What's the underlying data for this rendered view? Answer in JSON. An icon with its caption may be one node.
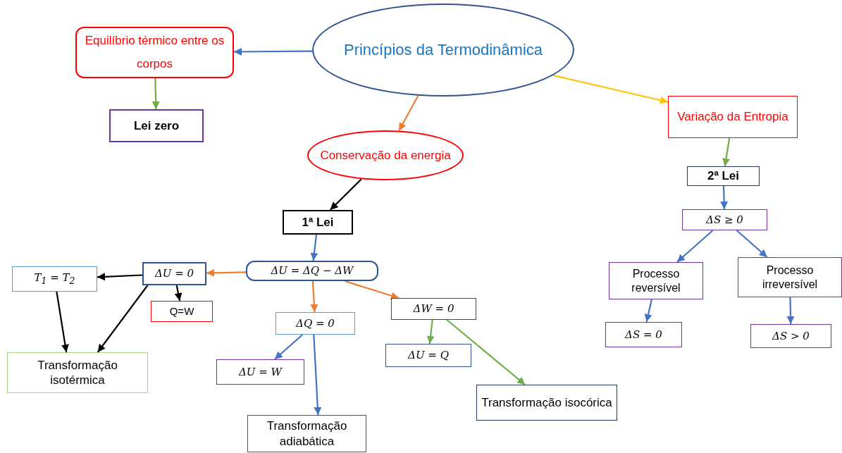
{
  "diagram": {
    "nodes": [
      {
        "text": [
          "Princípios da Termodinâmica"
        ]
      },
      {
        "text": [
          "Equilíbrio térmico entre os corpos"
        ]
      },
      {
        "text": [
          "Lei zero"
        ]
      },
      {
        "text": [
          "Conservação da energia"
        ]
      },
      {
        "text": [
          "1ª Lei"
        ]
      },
      {
        "text": [
          "ΔU = ΔQ − ΔW"
        ]
      },
      {
        "text": [
          "ΔU = 0"
        ]
      },
      {
        "text": [
          "T$_{1}$ = T$_{2}$"
        ]
      },
      {
        "text": [
          "Q=W"
        ]
      },
      {
        "text": [
          "ΔQ = 0"
        ]
      },
      {
        "text": [
          "ΔW = 0"
        ]
      },
      {
        "text": [
          "Transformação isotérmica"
        ]
      },
      {
        "text": [
          "ΔU = W"
        ]
      },
      {
        "text": [
          "ΔU = Q"
        ]
      },
      {
        "text": [
          "Transformação adiabática"
        ]
      },
      {
        "text": [
          "Transformação isocórica"
        ]
      },
      {
        "text": [
          "Variação da Entropia"
        ]
      },
      {
        "text": [
          "2ª Lei"
        ]
      },
      {
        "text": [
          "ΔS ≥ 0"
        ]
      },
      {
        "text": [
          "Processo reversível"
        ]
      },
      {
        "text": [
          "Processo irreversível"
        ]
      },
      {
        "text": [
          "ΔS = 0"
        ]
      },
      {
        "text": [
          "ΔS > 0"
        ]
      }
    ],
    "edges": [
      {
        "from": 0,
        "to": 1,
        "arrow": "to"
      },
      {
        "from": 1,
        "to": 2,
        "arrow": "to",
        "color": "#70ad47"
      },
      {
        "from": 0,
        "to": 3,
        "arrow": "to",
        "color": "#ed7d31"
      },
      {
        "from": 3,
        "to": 4,
        "arrow": "to",
        "color": "#000000"
      },
      {
        "from": 4,
        "to": 5,
        "arrow": "to"
      },
      {
        "from": 5,
        "to": 6,
        "arrow": "to",
        "color": "#ed7d31"
      },
      {
        "from": 6,
        "to": 7,
        "arrow": "to",
        "color": "#000000"
      },
      {
        "from": 6,
        "to": 8,
        "arrow": "to",
        "color": "#000000"
      },
      {
        "from": 7,
        "to": 11,
        "arrow": "to",
        "color": "#000000"
      },
      {
        "from": 6,
        "to": 11,
        "arrow": "to",
        "color": "#000000"
      },
      {
        "from": 5,
        "to": 9,
        "arrow": "to",
        "color": "#ed7d31"
      },
      {
        "from": 5,
        "to": 10,
        "arrow": "to",
        "color": "#ed7d31"
      },
      {
        "from": 9,
        "to": 12,
        "arrow": "to"
      },
      {
        "from": 9,
        "to": 14,
        "arrow": "to"
      },
      {
        "from": 10,
        "to": 13,
        "arrow": "to",
        "color": "#70ad47"
      },
      {
        "from": 10,
        "to": 15,
        "arrow": "to",
        "color": "#70ad47"
      },
      {
        "from": 0,
        "to": 16,
        "arrow": "to",
        "color": "#ffc000"
      },
      {
        "from": 16,
        "to": 17,
        "arrow": "to",
        "color": "#70ad47"
      },
      {
        "from": 17,
        "to": 18,
        "arrow": "to"
      },
      {
        "from": 18,
        "to": 19,
        "arrow": "to"
      },
      {
        "from": 18,
        "to": 20,
        "arrow": "to"
      },
      {
        "from": 19,
        "to": 21,
        "arrow": "to"
      },
      {
        "from": 20,
        "to": 22,
        "arrow": "to"
      }
    ]
  }
}
